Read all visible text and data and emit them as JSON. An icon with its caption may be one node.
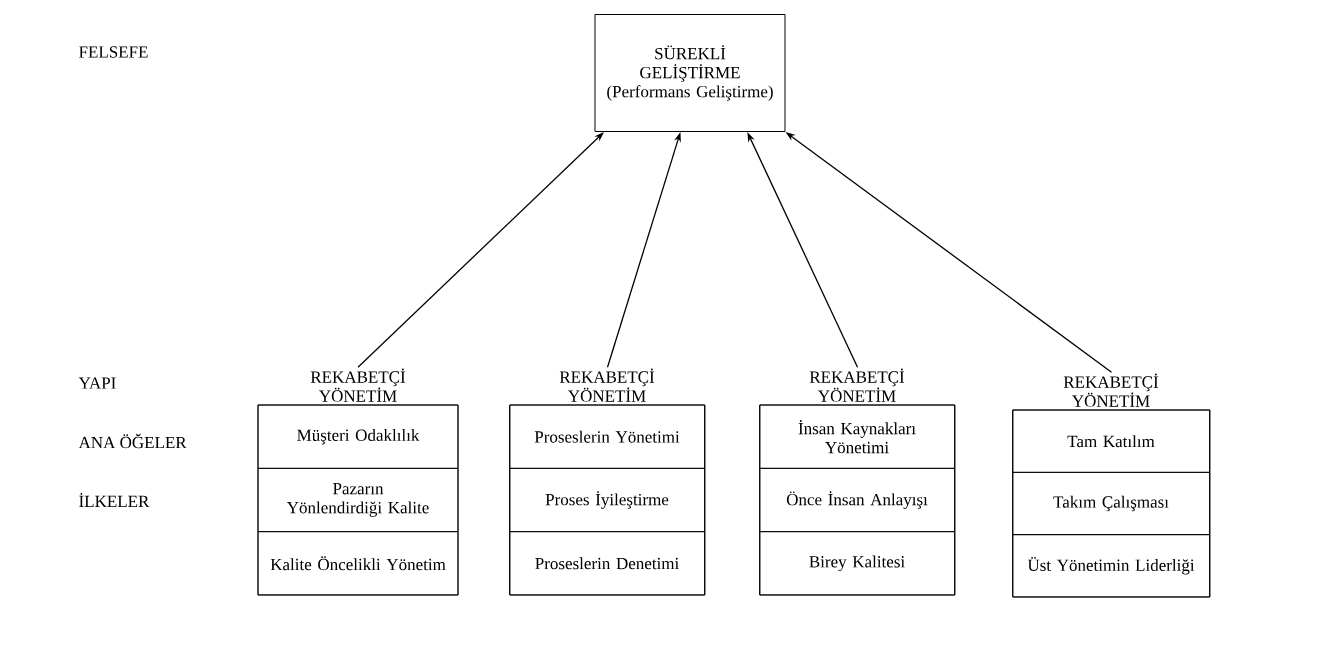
{
  "diagram": {
    "nodes": [
      {
        "text": [
          "SÜREKLİ GELİŞTİRME",
          "(Performans Geliştirme)"
        ]
      },
      {
        "text": [
          "REKABETÇİ YÖNETİM"
        ]
      },
      {
        "text": [
          "Müşteri Odaklılık"
        ],
        "in": 1
      },
      {
        "text": [
          "Pazarın Yönlendirdiği Kalite"
        ],
        "in": 1
      },
      {
        "text": [
          "Kalite Öncelikli Yönetim"
        ],
        "in": 1
      },
      {
        "text": [
          "REKABETÇİ YÖNETİM"
        ]
      },
      {
        "text": [
          "Proseslerin Yönetimi"
        ],
        "in": 5
      },
      {
        "text": [
          "Proses İyileştirme"
        ],
        "in": 5
      },
      {
        "text": [
          "Proseslerin Denetimi"
        ],
        "in": 5
      },
      {
        "text": [
          "REKABETÇİ YÖNETİM"
        ]
      },
      {
        "text": [
          "İnsan Kaynakları Yönetimi"
        ],
        "in": 9
      },
      {
        "text": [
          "Önce İnsan Anlayışı"
        ],
        "in": 9
      },
      {
        "text": [
          "Birey Kalitesi"
        ],
        "in": 9
      },
      {
        "text": [
          "REKABETÇİ YÖNETİM"
        ]
      },
      {
        "text": [
          "Tam Katılım"
        ],
        "in": 13
      },
      {
        "text": [
          "Takım Çalışması"
        ],
        "in": 13
      },
      {
        "text": [
          "Üst Yönetimin Liderliği"
        ],
        "in": 13
      }
    ],
    "edges": [
      {
        "from": 1,
        "to": 0,
        "arrow": "to"
      },
      {
        "from": 5,
        "to": 0,
        "arrow": "to"
      },
      {
        "from": 9,
        "to": 0,
        "arrow": "to"
      },
      {
        "from": 13,
        "to": 0,
        "arrow": "to"
      }
    ],
    "labels": [
      "FELSEFE",
      "YAPI",
      "ANA ÖĞELER",
      "İLKELER"
    ]
  }
}
